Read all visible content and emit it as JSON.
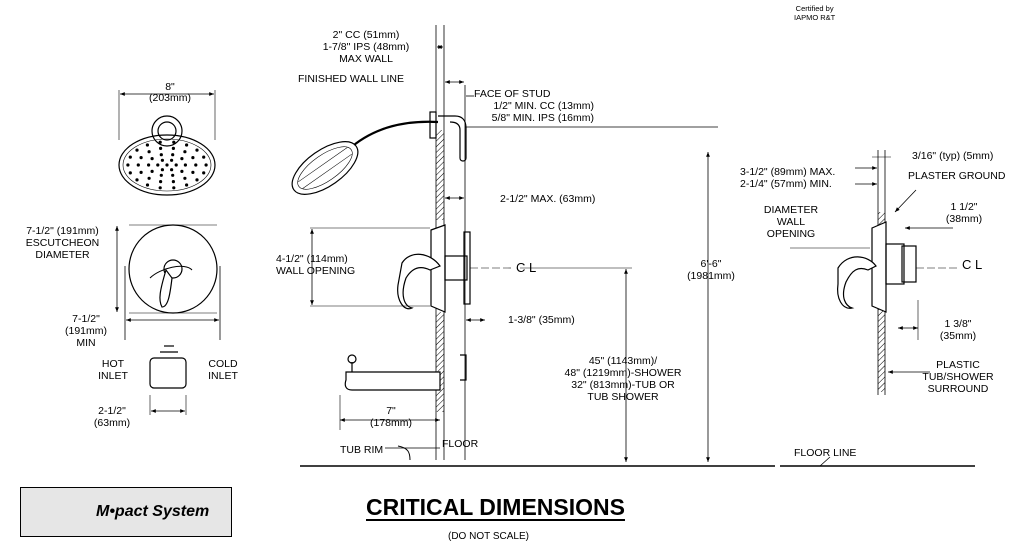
{
  "title": "CRITICAL DIMENSIONS",
  "subtitle": "(DO NOT SCALE)",
  "brand": {
    "name": "M•pact System",
    "logo_icon": "mpact-logo-icon"
  },
  "certification": {
    "line1": "Certified by",
    "line2": "IAPMO R&T"
  },
  "front_view": {
    "showerhead_width": "8\"",
    "showerhead_width_mm": "(203mm)",
    "escutcheon": [
      "7-1/2\" (191mm)",
      "ESCUTCHEON",
      "DIAMETER"
    ],
    "min_spacing": [
      "7-1/2\"",
      "(191mm)",
      "MIN"
    ],
    "hot_inlet": [
      "HOT",
      "INLET"
    ],
    "cold_inlet": [
      "COLD",
      "INLET"
    ],
    "spout_spacing": [
      "2-1/2\"",
      "(63mm)"
    ]
  },
  "side_view": {
    "cc_ips": [
      "2\" CC (51mm)",
      "1-7/8\" IPS (48mm)",
      "MAX WALL"
    ],
    "finished_wall_line": "FINISHED WALL LINE",
    "face_of_stud": "FACE OF STUD",
    "min_cc_ips": [
      "1/2\" MIN. CC (13mm)",
      "5/8\" MIN. IPS (16mm)"
    ],
    "max_depth": "2-1/2\" MAX. (63mm)",
    "wall_opening": [
      "4-1/2\" (114mm)",
      "WALL OPENING"
    ],
    "centerline": "C L",
    "valve_depth": "1-3/8\" (35mm)",
    "height_total": [
      "6'-6\"",
      "(1981mm)"
    ],
    "valve_height": [
      "45\" (1143mm)/",
      "48\" (1219mm)-SHOWER",
      "32\" (813mm)-TUB OR",
      "TUB SHOWER"
    ],
    "spout_length": [
      "7\"",
      "(178mm)"
    ],
    "tub_rim": "TUB RIM",
    "floor": "FLOOR"
  },
  "detail_view": {
    "max_min": [
      "3-1/2\" (89mm) MAX.",
      "2-1/4\" (57mm) MIN."
    ],
    "typ": "3/16\" (typ) (5mm)",
    "plaster_ground": "PLASTER GROUND",
    "diameter_wall_opening": [
      "DIAMETER",
      "WALL",
      "OPENING"
    ],
    "one_half": [
      "1 1/2\"",
      "(38mm)"
    ],
    "centerline": "C L",
    "one_three_eighths": [
      "1 3/8\"",
      "(35mm)"
    ],
    "surround": [
      "PLASTIC",
      "TUB/SHOWER",
      "SURROUND"
    ],
    "floor_line": "FLOOR LINE"
  }
}
